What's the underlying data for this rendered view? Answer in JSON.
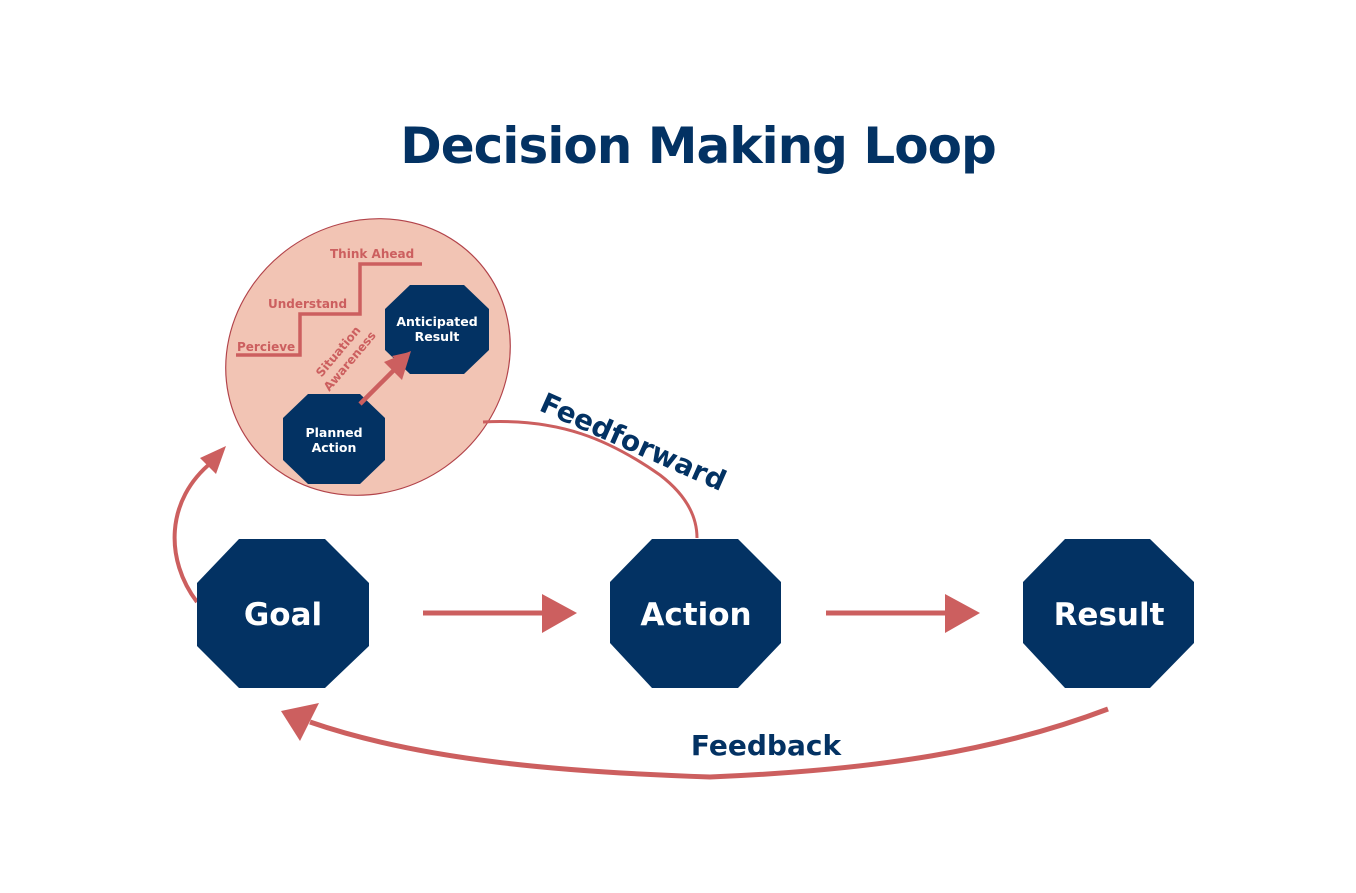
{
  "title": "Decision Making Loop",
  "colors": {
    "navy": "#033263",
    "coral": "#cc5f5f",
    "ellipse_fill": "#f2c4b4",
    "ellipse_stroke": "#b2434a",
    "white": "#ffffff"
  },
  "nodes": {
    "goal": "Goal",
    "action": "Action",
    "result": "Result",
    "planned_action": [
      "Planned",
      "Action"
    ],
    "anticipated_result": [
      "Anticipated",
      "Result"
    ]
  },
  "situation_awareness": {
    "title_lines": [
      "Situation",
      "Awareness"
    ],
    "steps": [
      "Percieve",
      "Understand",
      "Think Ahead"
    ]
  },
  "labels": {
    "feedforward": "Feedforward",
    "feedback": "Feedback"
  }
}
